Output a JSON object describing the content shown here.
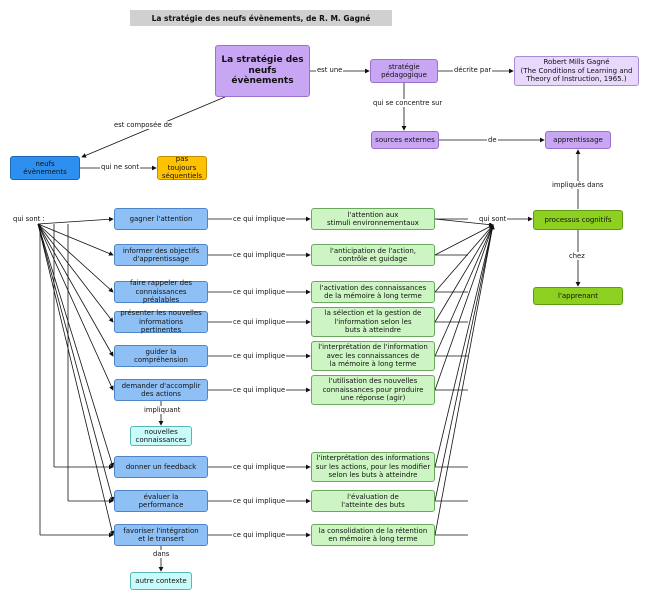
{
  "title": "La stratégie des neufs évènements, de R. M. Gagné",
  "nodes": {
    "strategie": "La stratégie des\nneufs évènements",
    "strat_peda": "stratégie\npédagogique",
    "gagne": "Robert Mills Gagné\n(The Conditions of Learning and\nTheory of Instruction, 1965.)",
    "sources": "sources externes",
    "apprentissage": "apprentissage",
    "neufs": "neufs évènements",
    "pas_toujours": "pas toujours\nséquentiels",
    "processus": "processus cognitifs",
    "apprenant": "l'apprenant",
    "nouvelles_conn": "nouvelles\nconnaissances",
    "autre_contexte": "autre contexte"
  },
  "events": [
    {
      "label": "gagner l'attention",
      "implies": "l'attention aux\nstimuli environnementaux"
    },
    {
      "label": "informer des objectifs\nd'apprentissage",
      "implies": "l'anticipation de l'action,\ncontrôle et guidage"
    },
    {
      "label": "faire rappeler des\nconnaissances préalables",
      "implies": "l'activation des connaissances\nde la mémoire à long terme"
    },
    {
      "label": "présenter les nouvelles\ninformations pertinentes",
      "implies": "la sélection et la gestion de\nl'information selon les\nbuts à atteindre"
    },
    {
      "label": "guider la\ncompréhension",
      "implies": "l'interprétation de l'information\navec les connaissances de\nla mémoire à long terme"
    },
    {
      "label": "demander d'accomplir\ndes actions",
      "implies": "l'utilisation des nouvelles\nconnaissances pour produire\nune réponse (agir)"
    },
    {
      "label": "donner un feedback",
      "implies": "l'interprétation des informations\nsur les actions, pour les modifier\nselon les buts à atteindre"
    },
    {
      "label": "évaluer la\nperformance",
      "implies": "l'évaluation de\nl'atteinte des buts"
    },
    {
      "label": "favoriser l'intégration\net le transert",
      "implies": "la consolidation de la rétention\nen mémoire à long terme"
    }
  ],
  "links": {
    "est_une": "est une",
    "decrite_par": "décrite par",
    "qui_se_concentre": "qui se concentre sur",
    "de": "de",
    "est_composee": "est composée de",
    "qui_ne_sont": "qui ne sont",
    "qui_sont_left": "qui sont :",
    "qui_sont_right": "qui sont",
    "impliques_dans": "impliqués dans",
    "chez": "chez",
    "ce_qui_implique": "ce qui implique",
    "impliquant": "impliquant",
    "dans": "dans"
  }
}
